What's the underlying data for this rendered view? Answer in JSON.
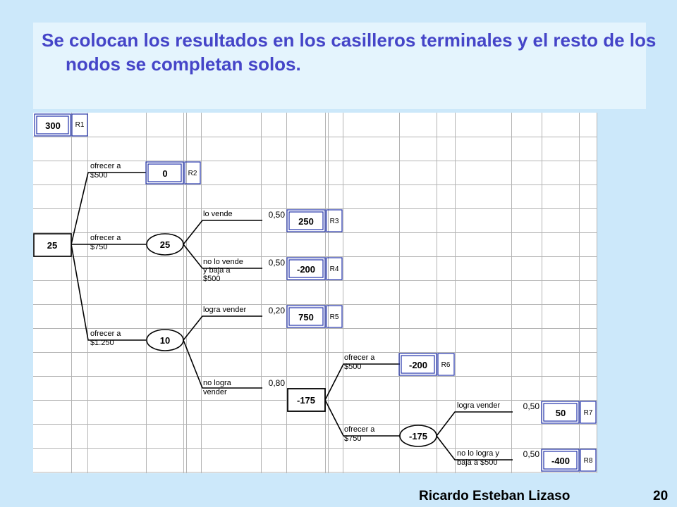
{
  "slide": {
    "title": "Se colocan los resultados en los casilleros terminales y el resto de los nodos se completan solos.",
    "author": "Ricardo Esteban Lizaso",
    "page_number": "20"
  },
  "colors": {
    "background": "#cce8fa",
    "title_box": "#e4f4fd",
    "title_text": "#4545c8",
    "terminal_border": "#2233aa",
    "grid": "#b4b4b4"
  },
  "tree": {
    "root_value": "25",
    "top_cell": {
      "value": "300",
      "ref": "R1"
    },
    "branches": {
      "offer_500": "ofrecer a $500",
      "offer_750": "ofrecer a $750",
      "offer_1250": "ofrecer a $1.250",
      "sells": "lo vende",
      "not_sells": "no lo vende y baja a $500",
      "achieves_sell": "logra vender",
      "not_achieves": "no logra vender",
      "offer_500_b": "ofrecer a $500",
      "offer_750_b": "ofrecer a $750",
      "achieves_sell_b": "logra vender",
      "not_achieves_b": "no lo logra y baja a $500"
    },
    "chance_nodes": {
      "n750": "25",
      "n1250": "10",
      "n750b": "-175"
    },
    "decision_nodes": {
      "d2": "-175"
    },
    "probabilities": {
      "p1": "0,50",
      "p2": "0,50",
      "p3": "0,20",
      "p4": "0,80",
      "p5": "0,50",
      "p6": "0,50"
    },
    "terminals": [
      {
        "value": "0",
        "ref": "R2"
      },
      {
        "value": "250",
        "ref": "R3"
      },
      {
        "value": "-200",
        "ref": "R4"
      },
      {
        "value": "750",
        "ref": "R5"
      },
      {
        "value": "-200",
        "ref": "R6"
      },
      {
        "value": "50",
        "ref": "R7"
      },
      {
        "value": "-400",
        "ref": "R8"
      }
    ]
  }
}
